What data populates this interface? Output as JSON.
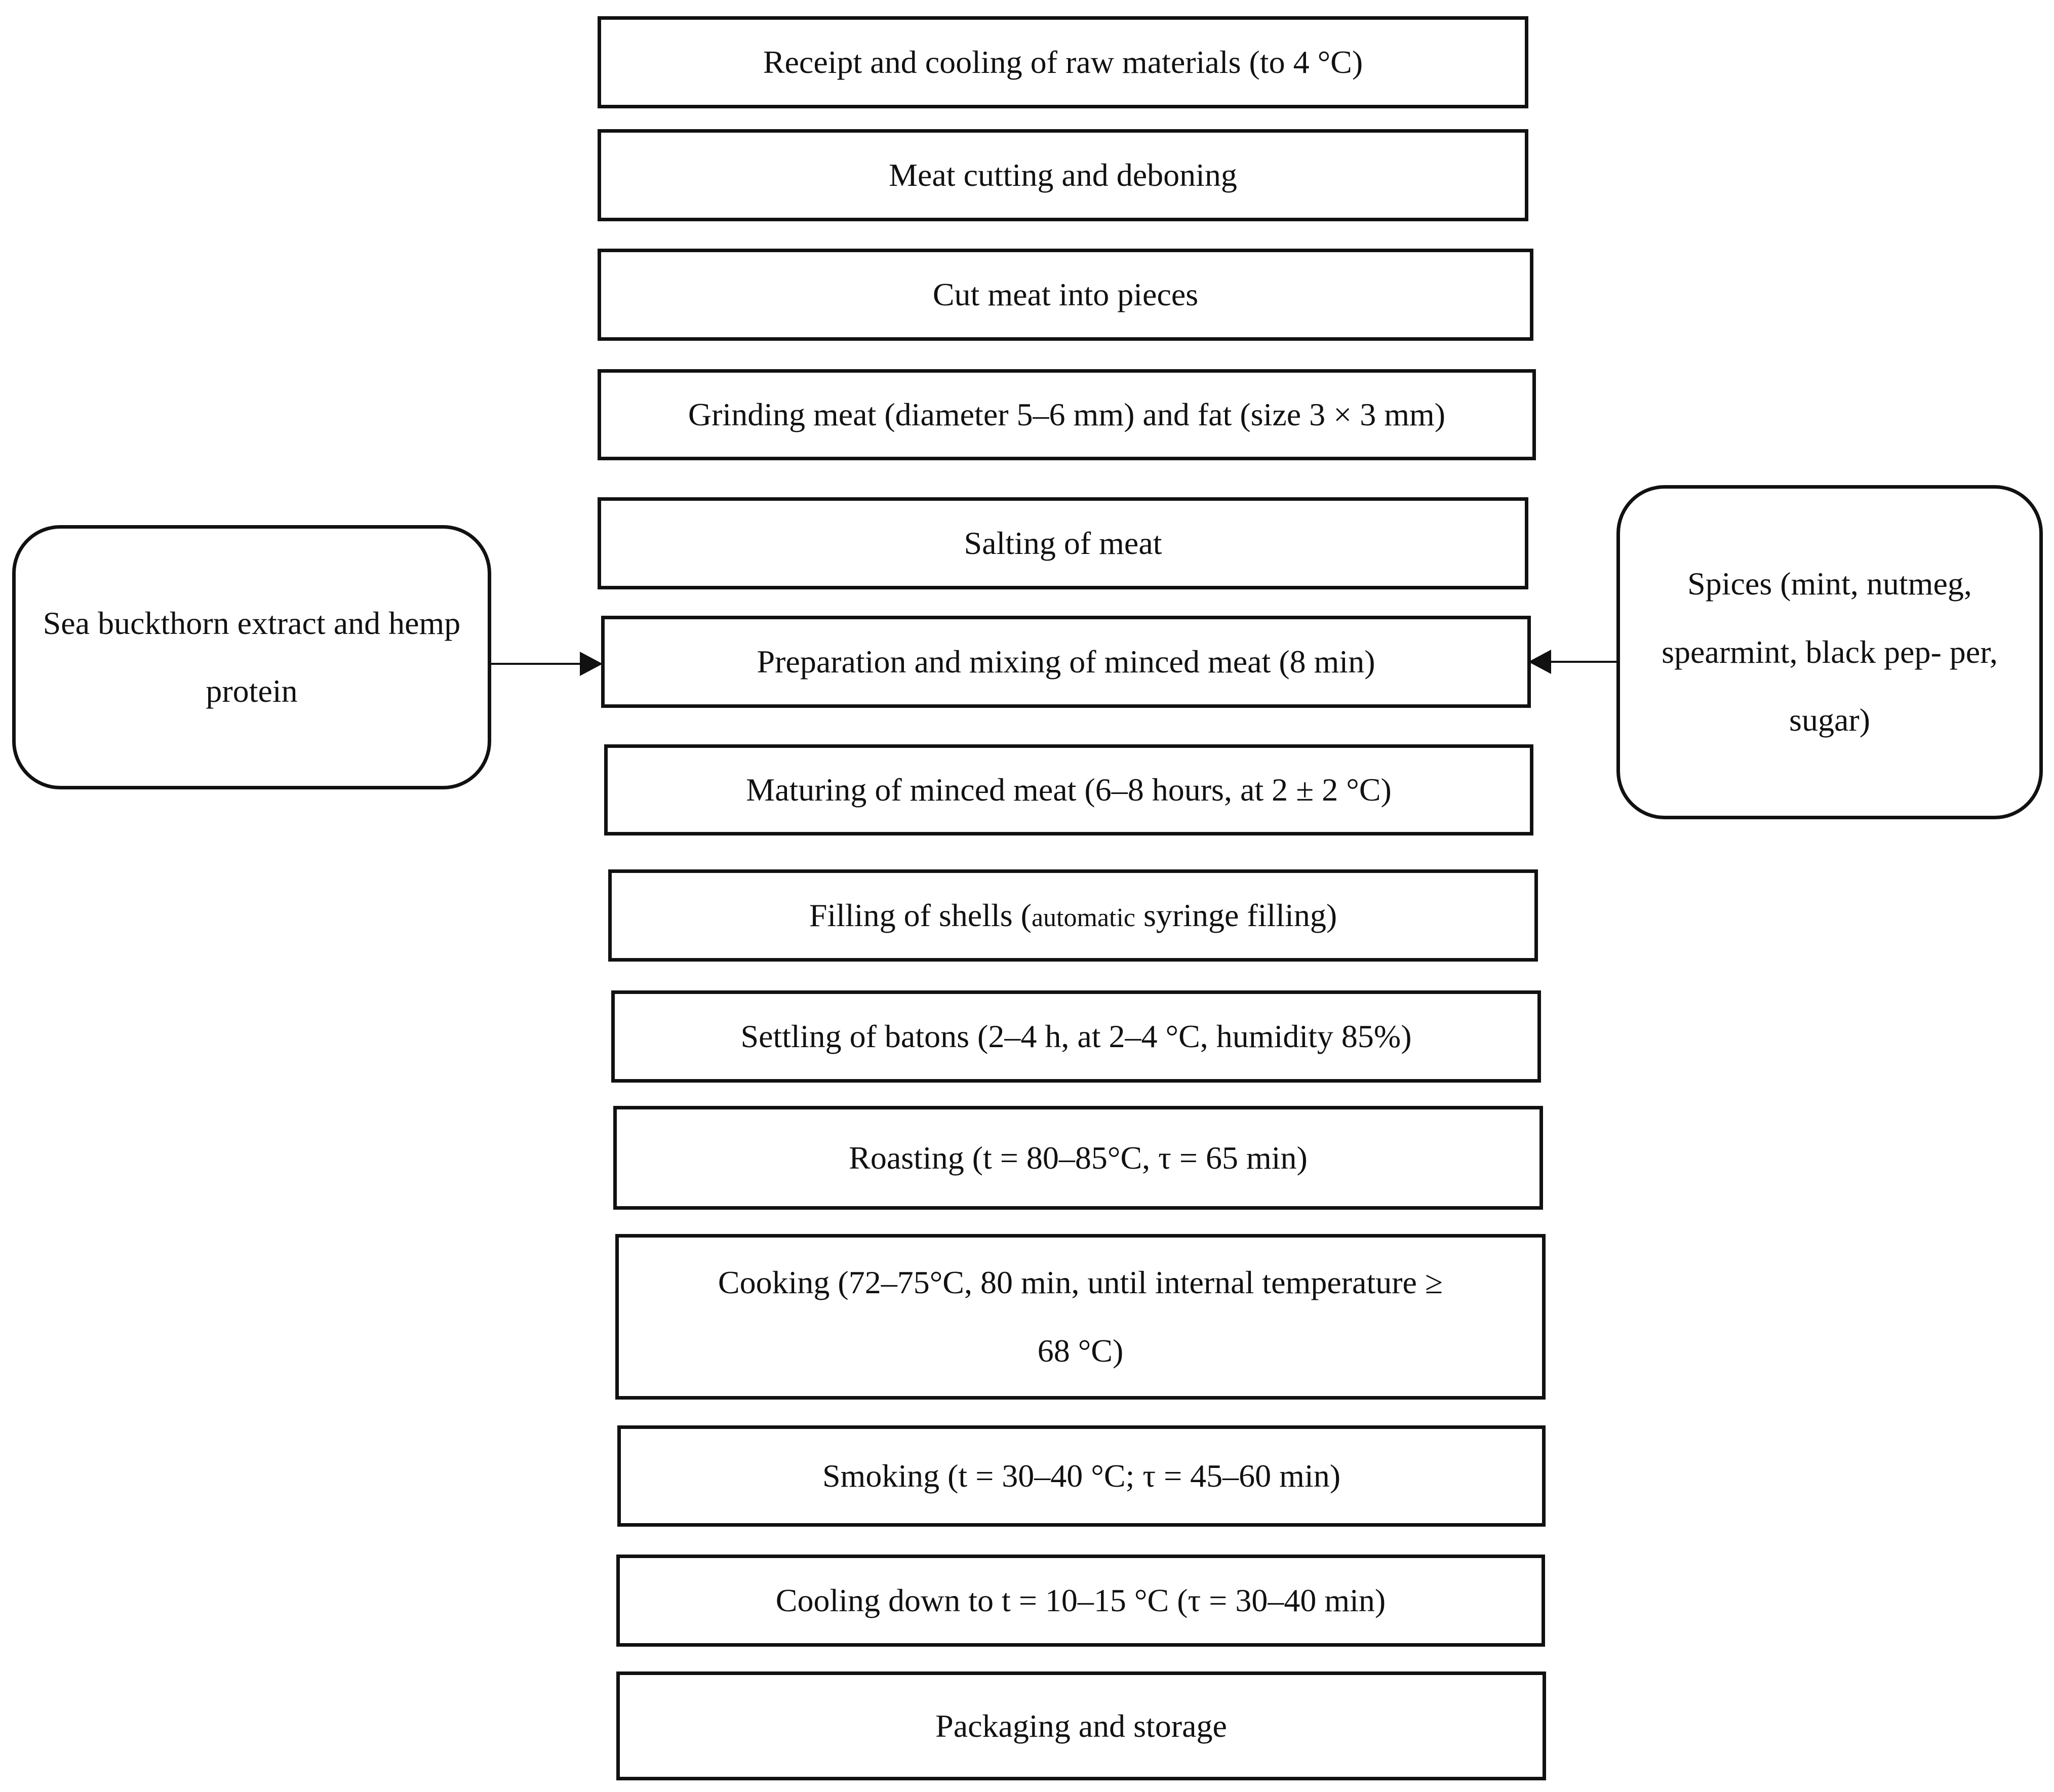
{
  "steps": [
    {
      "id": "receipt",
      "text": "Receipt and cooling of raw materials (to 4 °C)"
    },
    {
      "id": "cutting",
      "text": "Meat cutting and deboning"
    },
    {
      "id": "pieces",
      "text": "Cut meat into pieces"
    },
    {
      "id": "grinding",
      "text": "Grinding meat (diameter 5–6 mm) and fat (size 3 × 3 mm)"
    },
    {
      "id": "salting",
      "text": "Salting of meat"
    },
    {
      "id": "mixing",
      "text": "Preparation and mixing of minced meat (8  min)"
    },
    {
      "id": "maturing",
      "text": "Maturing of minced meat (6–8 hours, at 2 ± 2 °C)"
    },
    {
      "id": "filling",
      "text_main": "Filling of shells (",
      "text_small": "automatic",
      "text_end": " syringe filling)"
    },
    {
      "id": "settling",
      "text": "Settling of batons (2–4 h, at 2–4 °C, humidity 85%)"
    },
    {
      "id": "roasting",
      "text": "Roasting (t = 80–85°C, τ = 65 min)"
    },
    {
      "id": "cooking",
      "line1": "Cooking (72–75°C, 80 min, until internal temperature ≥",
      "line2": "68 °C)"
    },
    {
      "id": "smoking",
      "text": "Smoking (t = 30–40 °C; τ = 45–60 min)"
    },
    {
      "id": "cooling",
      "text": "Cooling down to t = 10–15 °C (τ = 30–40 min)"
    },
    {
      "id": "packaging",
      "text": "Packaging and storage"
    }
  ],
  "inputs": {
    "left": {
      "line1": "Sea buckthorn extract",
      "line2": "and hemp protein"
    },
    "right": {
      "line1": "Spices (mint, nutmeg,",
      "line2": "spearmint, black pep-",
      "line3": "per, sugar)"
    }
  }
}
